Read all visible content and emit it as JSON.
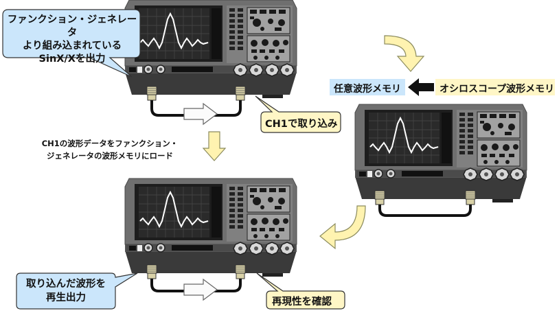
{
  "callouts": {
    "top_line1": "ファンクション・ジェネレータ",
    "top_line2": "より組み込まれている",
    "top_line3": "SinX/Xを出力",
    "ch1": "CH1で取り込み",
    "bottom_line1": "取り込んだ波形を",
    "bottom_line2": "再生出力",
    "repro": "再現性を確認"
  },
  "notes": {
    "load_line1": "CH1の波形データをファンクション・",
    "load_line2": "ジェネレータの波形メモリにロード"
  },
  "memory": {
    "arbitrary": "任意波形メモリ",
    "scope": "オシロスコープ波形メモリ"
  },
  "colors": {
    "callout_blue": "#cbe6fb",
    "callout_yellow": "#fff6c6",
    "arrow_yellow": "#fff3b0",
    "device_body": "#6e6e6e",
    "screen_bg": "#1c1c1c"
  }
}
